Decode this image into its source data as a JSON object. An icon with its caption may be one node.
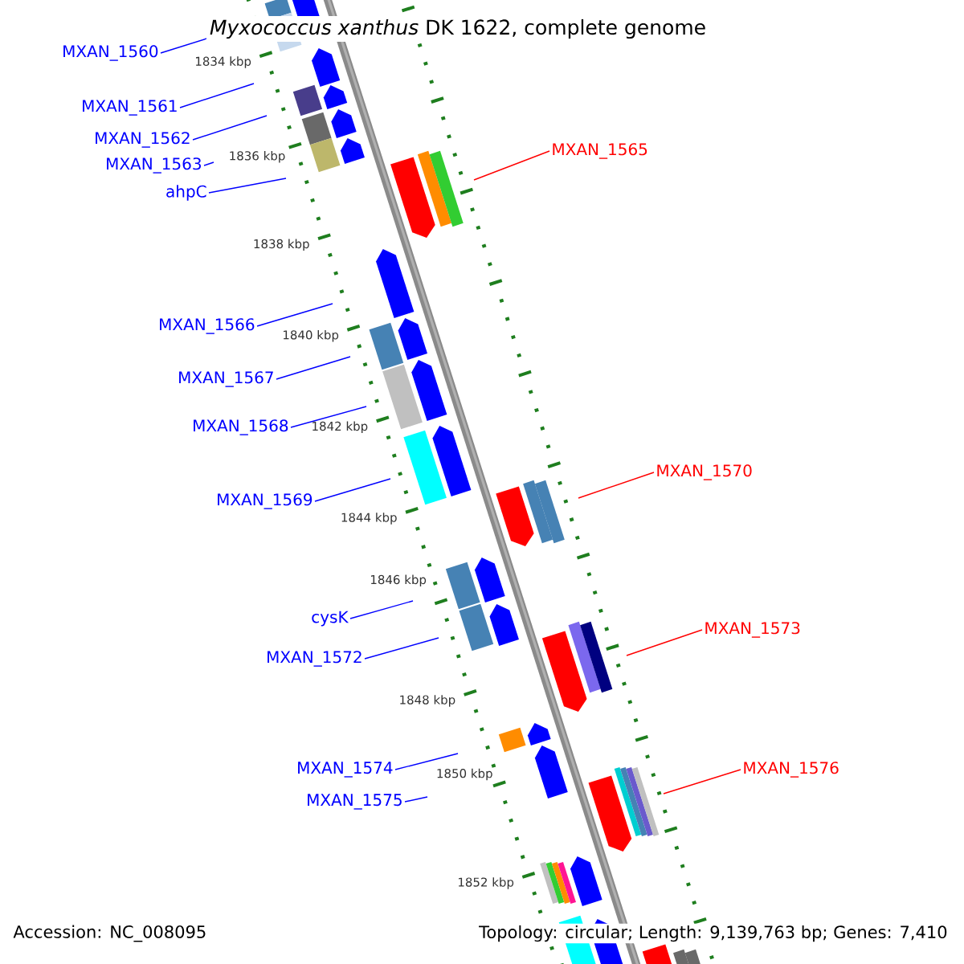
{
  "diagram": {
    "title": "*Myxococcus xanthus* DK 1622, complete genome",
    "nodes": [
      {
        "text": [
          "MXAN_1560"
        ]
      },
      {
        "text": [
          "MXAN_1561"
        ]
      },
      {
        "text": [
          "MXAN_1562"
        ]
      },
      {
        "text": [
          "MXAN_1565"
        ]
      },
      {
        "text": [
          "MXAN_1563"
        ]
      },
      {
        "text": [
          "ahpC"
        ]
      },
      {
        "text": [
          "MXAN_1566"
        ]
      },
      {
        "text": [
          "MXAN_1567"
        ]
      },
      {
        "text": [
          "MXAN_1568"
        ]
      },
      {
        "text": [
          "MXAN_1570"
        ]
      },
      {
        "text": [
          "MXAN_1569"
        ]
      },
      {
        "text": [
          "cysK"
        ]
      },
      {
        "text": [
          "MXAN_1573"
        ]
      },
      {
        "text": [
          "MXAN_1572"
        ]
      },
      {
        "text": [
          "MXAN_1574"
        ]
      },
      {
        "text": [
          "MXAN_1576"
        ]
      },
      {
        "text": [
          "MXAN_1575"
        ]
      }
    ],
    "edges": [
      {
        "from": 0,
        "to": null,
        "arrow": "none"
      },
      {
        "from": 1,
        "to": null,
        "arrow": "none"
      },
      {
        "from": 2,
        "to": null,
        "arrow": "none"
      },
      {
        "from": 3,
        "to": null,
        "arrow": "none",
        "color": "#ff0000"
      },
      {
        "from": 4,
        "to": null,
        "arrow": "none"
      },
      {
        "from": 5,
        "to": null,
        "arrow": "none"
      },
      {
        "from": 6,
        "to": null,
        "arrow": "none"
      },
      {
        "from": 7,
        "to": null,
        "arrow": "none"
      },
      {
        "from": 8,
        "to": null,
        "arrow": "none"
      },
      {
        "from": 9,
        "to": null,
        "arrow": "none",
        "color": "#ff0000"
      },
      {
        "from": 10,
        "to": null,
        "arrow": "none"
      },
      {
        "from": 11,
        "to": null,
        "arrow": "none"
      },
      {
        "from": 12,
        "to": null,
        "arrow": "none",
        "color": "#ff0000"
      },
      {
        "from": 13,
        "to": null,
        "arrow": "none"
      },
      {
        "from": 14,
        "to": null,
        "arrow": "none"
      },
      {
        "from": 15,
        "to": null,
        "arrow": "none",
        "color": "#ff0000"
      },
      {
        "from": 16,
        "to": null,
        "arrow": "none"
      }
    ],
    "labels": [
      "1834 kbp",
      "1836 kbp",
      "1838 kbp",
      "1840 kbp",
      "1842 kbp",
      "1844 kbp",
      "1846 kbp",
      "1848 kbp",
      "1850 kbp",
      "1852 kbp",
      "Accession: NC_008095",
      "Topology: circular; Length: 9,139,763 bp; Genes: 7,410"
    ]
  }
}
